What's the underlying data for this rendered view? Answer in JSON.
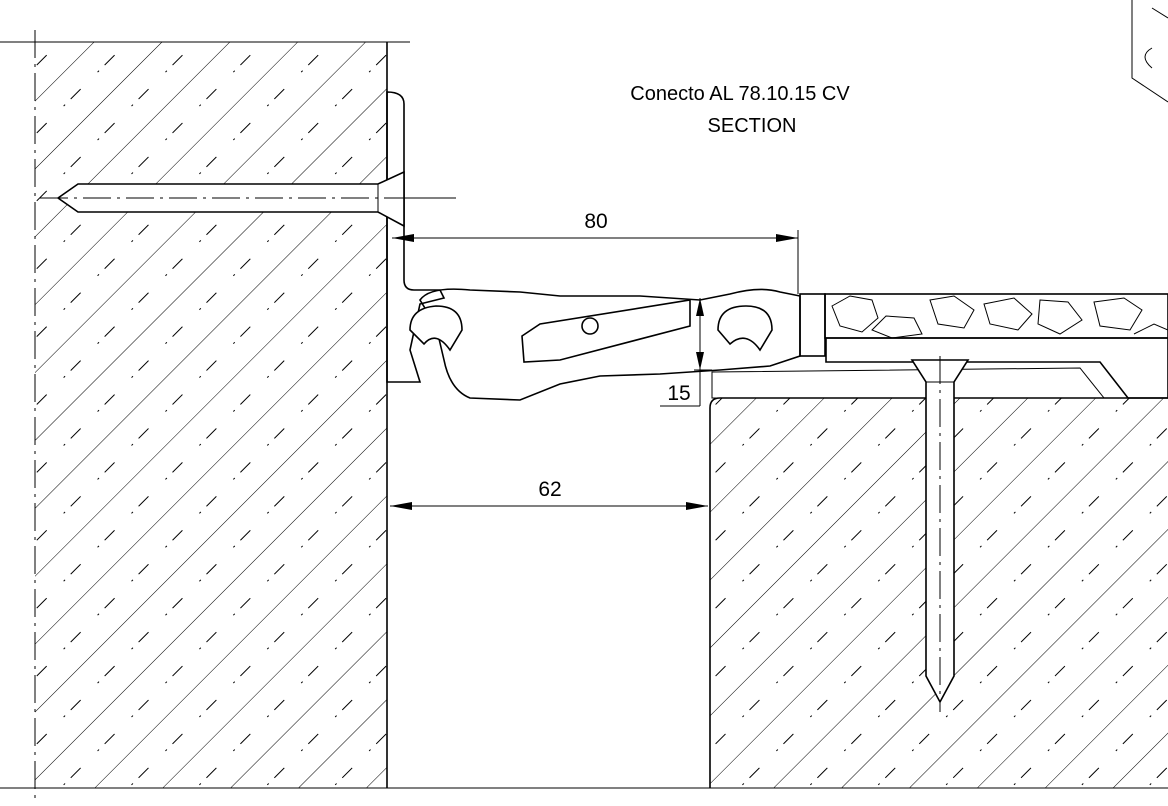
{
  "drawing": {
    "title_line1": "Conecto AL 78.10.15 CV",
    "title_line2": "SECTION"
  },
  "dimensions": {
    "top_width": "80",
    "gap_width": "62",
    "profile_height": "15"
  }
}
